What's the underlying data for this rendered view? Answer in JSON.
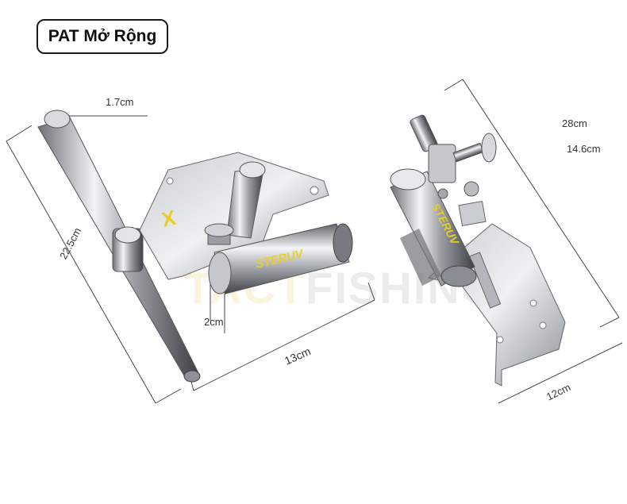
{
  "title": "PAT Mở Rộng",
  "watermark": {
    "part1": "TACT",
    "part2": "FISHING"
  },
  "dimensions": {
    "rod_diameter": "1.7cm",
    "rod_length": "22.5cm",
    "tube_diameter": "2cm",
    "base_width": "13cm",
    "height_28": "28cm",
    "height_146": "14.6cm",
    "plate_width": "12cm"
  },
  "brand_marks": {
    "x_logo": "X",
    "tube_text": "STERUV"
  },
  "colors": {
    "accent_yellow": "#e6cf2a",
    "steel": "#b8bcc2"
  }
}
